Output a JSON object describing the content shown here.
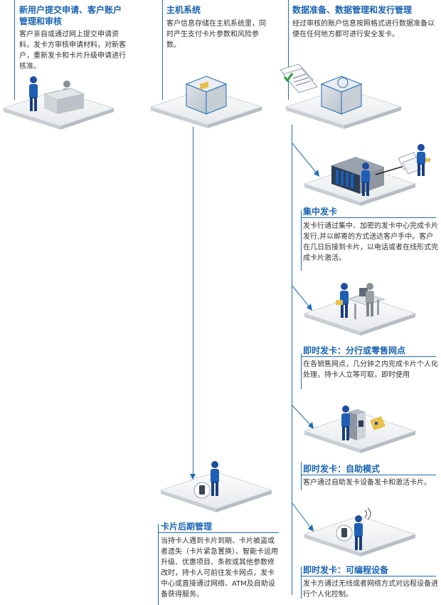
{
  "colors": {
    "accent": "#1a64b3",
    "line": "#1f6db5",
    "platform_top": "#f4f6f8",
    "platform_side": "#c9ced3",
    "card": "#e8c04a"
  },
  "sections": {
    "new_user": {
      "title": "新用户提交申请、客户账户管理和审核",
      "desc": "客户亲自或通过网上提交申请资料，发卡方审核申请材料，对新客户，重新发卡和卡片升级申请进行核准。"
    },
    "host": {
      "title": "主机系统",
      "desc": "客户信息存储在主机系统里，同时产生支付卡片参数和风险参数。"
    },
    "data_prep": {
      "title": "数据准备、数据管理和发行管理",
      "desc": "经过审核的账户信息按照格式进行数据准备以便在任何地方都可进行安全发卡。"
    },
    "central": {
      "title": "集中发卡",
      "desc": "发卡行通过集中、加密的发卡中心完成卡片发行,并以邮寄的方式送达客户手中。客户在几日后接到卡片，以电话或者在线形式完成卡片激活。"
    },
    "branch": {
      "title": "即时发卡：分行或零售网点",
      "desc": "在各销售网点，几分钟之内完成卡片个人化处理，持卡人立等可取，即时使用"
    },
    "self_service": {
      "title": "即时发卡：自助模式",
      "desc": "客户通过自助发卡设备发卡和激活卡片。"
    },
    "programmable": {
      "title": "即时发卡：可编程设备",
      "desc": "发卡方通过无线或者网络方式对远程设备进行个人化控制。"
    },
    "post_card": {
      "title": "卡片后期管理",
      "desc": "当持卡人遇到卡片到期、卡片被盗或者遗失（卡片紧急置换）、智能卡运用升级、优惠项目、条款或其他参数修改时，持卡人可前往发卡网点，发卡中心或直接通过网络、ATM及自助设备获得服务。"
    }
  }
}
